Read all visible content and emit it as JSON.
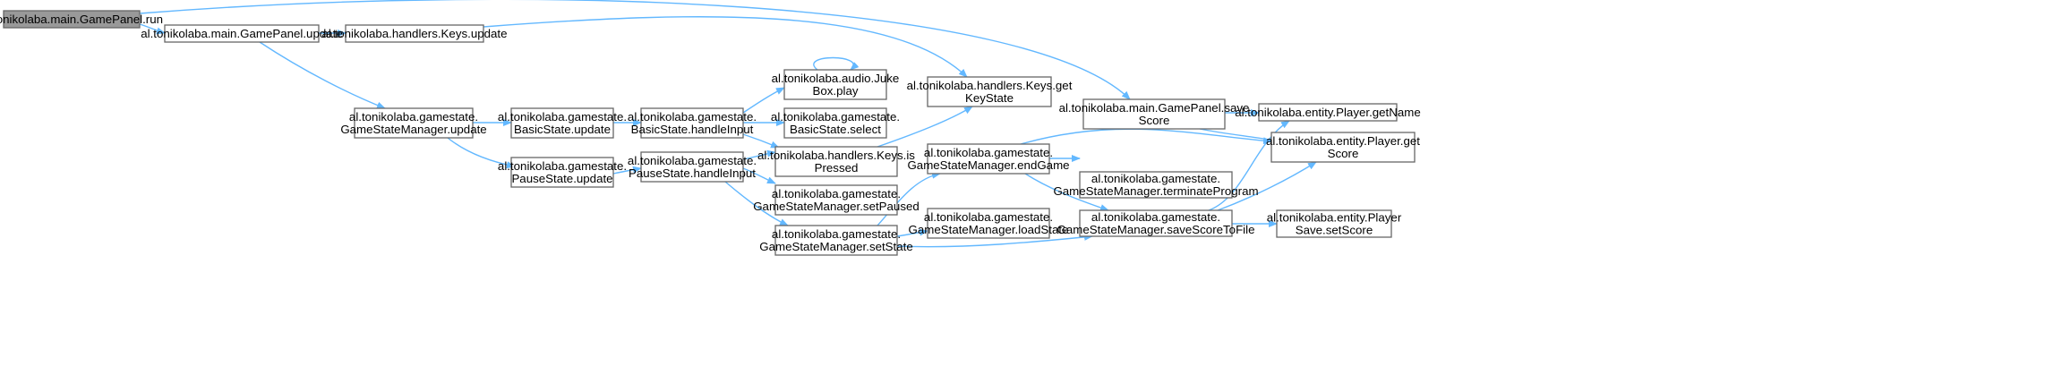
{
  "graph": {
    "edge_color": "#63b8ff",
    "node_border_color": "#666666",
    "root_fill": "#999999",
    "node_fill": "#ffffff",
    "nodes": [
      {
        "id": "run",
        "lines": [
          "al.tonikolaba.main.GamePanel.run"
        ],
        "root": true
      },
      {
        "id": "gp_update",
        "lines": [
          "al.tonikolaba.main.GamePanel.update"
        ]
      },
      {
        "id": "keys_update",
        "lines": [
          "al.tonikolaba.handlers.Keys.update"
        ]
      },
      {
        "id": "gsm_update",
        "lines": [
          "al.tonikolaba.gamestate.",
          "GameStateManager.update"
        ]
      },
      {
        "id": "basic_update",
        "lines": [
          "al.tonikolaba.gamestate.",
          "BasicState.update"
        ]
      },
      {
        "id": "pause_update",
        "lines": [
          "al.tonikolaba.gamestate.",
          "PauseState.update"
        ]
      },
      {
        "id": "basic_handle",
        "lines": [
          "al.tonikolaba.gamestate.",
          "BasicState.handleInput"
        ]
      },
      {
        "id": "pause_handle",
        "lines": [
          "al.tonikolaba.gamestate.",
          "PauseState.handleInput"
        ]
      },
      {
        "id": "juke",
        "lines": [
          "al.tonikolaba.audio.Juke",
          "Box.play"
        ]
      },
      {
        "id": "basic_select",
        "lines": [
          "al.tonikolaba.gamestate.",
          "BasicState.select"
        ]
      },
      {
        "id": "keys_ispressed",
        "lines": [
          "al.tonikolaba.handlers.Keys.is",
          "Pressed"
        ]
      },
      {
        "id": "set_paused",
        "lines": [
          "al.tonikolaba.gamestate.",
          "GameStateManager.setPaused"
        ]
      },
      {
        "id": "set_state",
        "lines": [
          "al.tonikolaba.gamestate.",
          "GameStateManager.setState"
        ]
      },
      {
        "id": "keys_getkeystate",
        "lines": [
          "al.tonikolaba.handlers.Keys.get",
          "KeyState"
        ]
      },
      {
        "id": "end_game",
        "lines": [
          "al.tonikolaba.gamestate.",
          "GameStateManager.endGame"
        ]
      },
      {
        "id": "load_state",
        "lines": [
          "al.tonikolaba.gamestate.",
          "GameStateManager.loadState"
        ]
      },
      {
        "id": "save_score",
        "lines": [
          "al.tonikolaba.main.GamePanel.save",
          "Score"
        ]
      },
      {
        "id": "terminate",
        "lines": [
          "al.tonikolaba.gamestate.",
          "GameStateManager.terminateProgram"
        ]
      },
      {
        "id": "save_to_file",
        "lines": [
          "al.tonikolaba.gamestate.",
          "GameStateManager.saveScoreToFile"
        ]
      },
      {
        "id": "get_name",
        "lines": [
          "al.tonikolaba.entity.Player.getName"
        ]
      },
      {
        "id": "get_score",
        "lines": [
          "al.tonikolaba.entity.Player.get",
          "Score"
        ]
      },
      {
        "id": "set_score",
        "lines": [
          "al.tonikolaba.entity.Player",
          "Save.setScore"
        ]
      }
    ],
    "edges": [
      {
        "from": "run",
        "to": "gp_update"
      },
      {
        "from": "run",
        "to": "save_score"
      },
      {
        "from": "gp_update",
        "to": "keys_update"
      },
      {
        "from": "gp_update",
        "to": "gsm_update"
      },
      {
        "from": "keys_update",
        "to": "keys_getkeystate"
      },
      {
        "from": "gsm_update",
        "to": "basic_update"
      },
      {
        "from": "gsm_update",
        "to": "pause_update"
      },
      {
        "from": "basic_update",
        "to": "basic_handle"
      },
      {
        "from": "pause_update",
        "to": "pause_handle"
      },
      {
        "from": "basic_handle",
        "to": "juke"
      },
      {
        "from": "basic_handle",
        "to": "basic_select"
      },
      {
        "from": "basic_handle",
        "to": "keys_ispressed"
      },
      {
        "from": "juke",
        "to": "juke"
      },
      {
        "from": "pause_handle",
        "to": "keys_ispressed"
      },
      {
        "from": "pause_handle",
        "to": "set_paused"
      },
      {
        "from": "pause_handle",
        "to": "set_state"
      },
      {
        "from": "keys_ispressed",
        "to": "keys_getkeystate"
      },
      {
        "from": "set_state",
        "to": "end_game"
      },
      {
        "from": "set_state",
        "to": "load_state"
      },
      {
        "from": "set_state",
        "to": "save_to_file"
      },
      {
        "from": "end_game",
        "to": "terminate"
      },
      {
        "from": "end_game",
        "to": "get_score"
      },
      {
        "from": "end_game",
        "to": "save_to_file"
      },
      {
        "from": "save_score",
        "to": "get_name"
      },
      {
        "from": "save_score",
        "to": "get_score"
      },
      {
        "from": "save_to_file",
        "to": "get_name"
      },
      {
        "from": "save_to_file",
        "to": "get_score"
      },
      {
        "from": "save_to_file",
        "to": "set_score"
      }
    ]
  }
}
